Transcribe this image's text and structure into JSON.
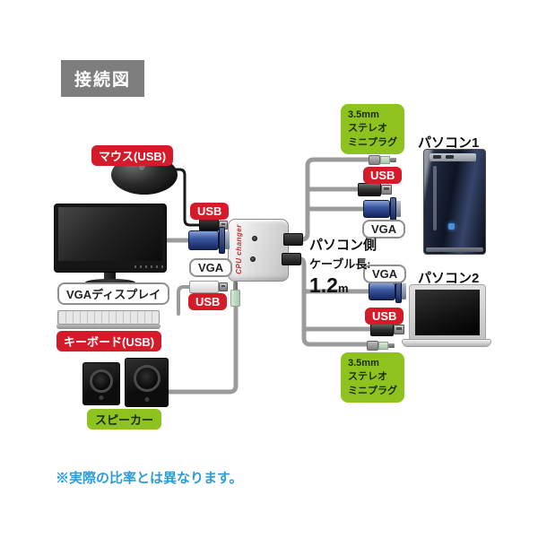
{
  "title": "接続図",
  "note": "※実際の比率とは異なります。",
  "labels": {
    "mouse": "マウス(USB)",
    "keyboard": "キーボード(USB)",
    "speaker": "スピーカー",
    "vga_display": "VGAディスプレイ",
    "usb": "USB",
    "vga": "VGA",
    "stereo_plug": "3.5mm\nステレオ\nミニプラグ"
  },
  "devices": {
    "pc1": "パソコン1",
    "pc2": "パソコン2",
    "kvm_brand": "CPU changer"
  },
  "cable_note": {
    "line1": "パソコン側",
    "line2": "ケーブル長:",
    "value": "1.2",
    "unit": "m"
  },
  "colors": {
    "label_red": "#d31b2a",
    "label_green": "#8dc21f",
    "note_blue": "#2b9cd8",
    "title_gray": "#7d7d7d",
    "cable_gray": "#9b9b9b"
  }
}
